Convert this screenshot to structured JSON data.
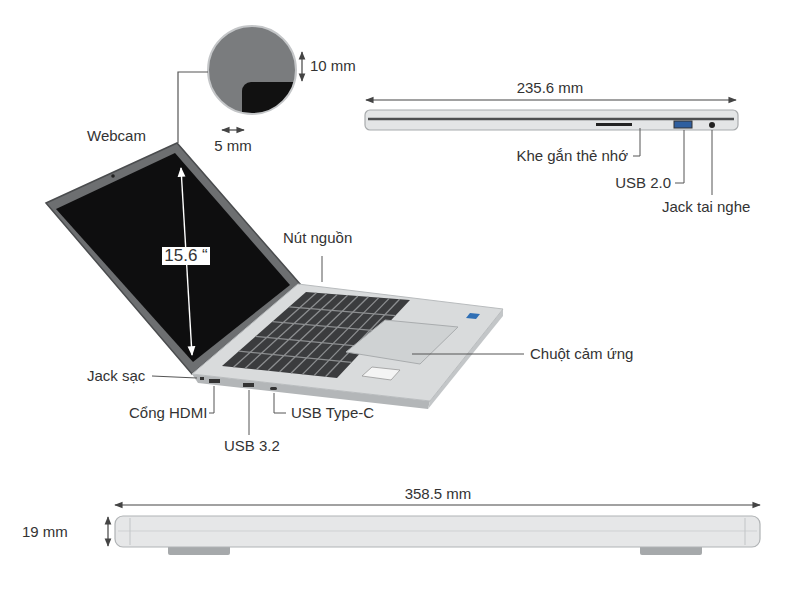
{
  "diagram": {
    "labels": [
      "10 mm",
      "5 mm",
      "Webcam",
      "235.6 mm",
      "Khe gắn thẻ nhớ",
      "USB 2.0",
      "Jack tai nghe",
      "15.6 “",
      "Nút nguồn",
      "Chuột cảm ứng",
      "Jack sạc",
      "Cổng HDMI",
      "USB Type-C",
      "USB 3.2",
      "358.5 mm",
      "19 mm"
    ]
  }
}
